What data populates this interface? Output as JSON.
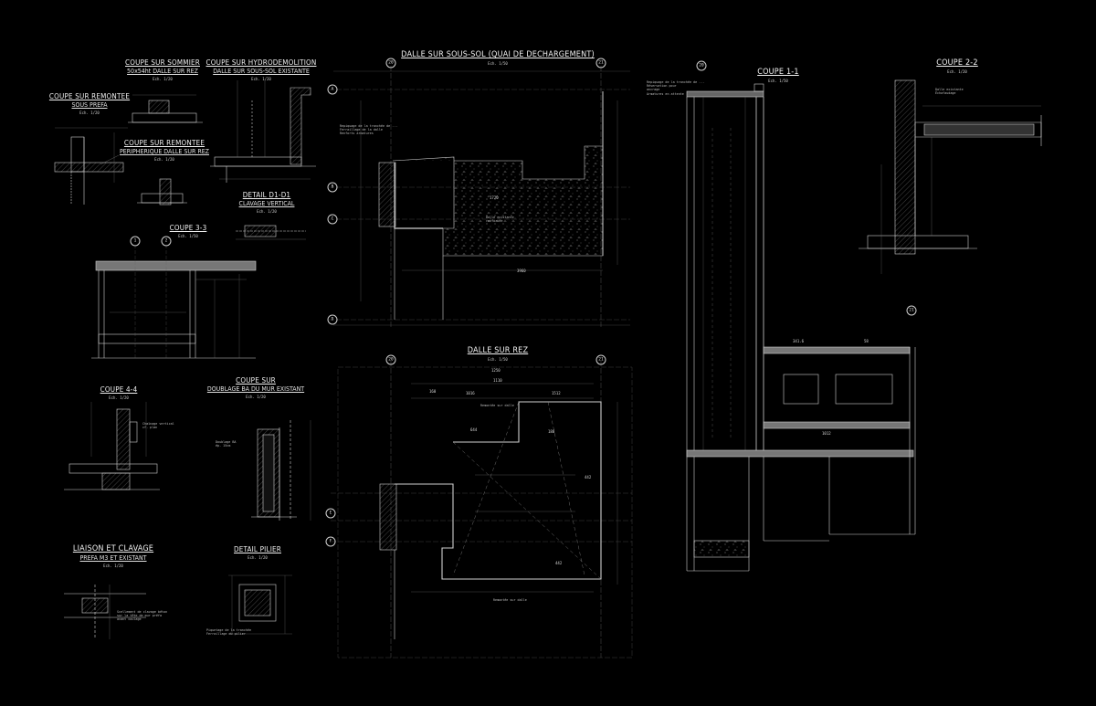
{
  "drawings": {
    "remontee": {
      "title": "COUPE SUR REMONTEE",
      "subtitle": "SOUS PREFA",
      "scale": "Ech. 1/20"
    },
    "sommier": {
      "title": "COUPE SUR SOMMIER",
      "subtitle": "50x54ht DALLE SUR REZ",
      "scale": "Ech. 1/20"
    },
    "hydro": {
      "title": "COUPE SUR HYDRODEMOLITION",
      "subtitle": "DALLE SUR SOUS-SOL EXISTANTE",
      "scale": "Ech. 1/20"
    },
    "remontee_periph": {
      "title": "COUPE SUR REMONTEE",
      "subtitle": "PERIPHERIQUE DALLE SUR REZ",
      "scale": "Ech. 1/20"
    },
    "detail_d1": {
      "title": "DETAIL D1-D1",
      "subtitle": "CLAVAGE VERTICAL",
      "scale": "Ech. 1/20"
    },
    "coupe33": {
      "title": "COUPE 3-3",
      "scale": "Ech. 1/50"
    },
    "coupe44": {
      "title": "COUPE 4-4",
      "scale": "Ech. 1/20"
    },
    "doublage": {
      "title": "COUPE SUR",
      "subtitle": "DOUBLAGE BA DU MUR EXISTANT",
      "scale": "Ech. 1/20"
    },
    "liaison": {
      "title": "LIAISON ET CLAVAGE",
      "subtitle": "PREFA M3 ET EXISTANT",
      "scale": "Ech. 1/20"
    },
    "pilier": {
      "title": "DETAIL PILIER",
      "scale": "Ech. 1/20"
    },
    "sous_sol": {
      "title": "DALLE SUR SOUS-SOL (QUAI DE DECHARGEMENT)",
      "scale": "Ech. 1/50"
    },
    "rez": {
      "title": "DALLE SUR REZ",
      "scale": "Ech. 1/50"
    },
    "coupe11": {
      "title": "COUPE 1-1",
      "scale": "Ech. 1/50"
    },
    "coupe22": {
      "title": "COUPE 2-2",
      "scale": "Ech. 1/20"
    }
  },
  "grid_labels": {
    "c1": "1",
    "c2": "2",
    "c20a": "20",
    "c21a": "21",
    "c20b": "20",
    "c21b": "21",
    "c20c": "20",
    "c21c": "21",
    "rA": "A",
    "rB": "B",
    "rC": "C",
    "rD": "D",
    "rE": "E",
    "rF": "F"
  },
  "dimensions": {
    "d1": "1250",
    "d2": "1110",
    "d3": "160",
    "d4": "1016",
    "d5": "1512",
    "d6": "644",
    "d7": "180",
    "d8": "442",
    "d9": "442",
    "d10": "341.6",
    "d11": "58",
    "d12": "1012",
    "d13": "3960",
    "d14": "1720"
  },
  "annotations": {
    "remontee_sol": "Remontée sur dalle",
    "remontee_sol2": "Remontée sur dalle",
    "existant": "Dalle existante\nrenforcée",
    "note_ferr": "Repiquage de la tranchée de ...\nFerraillage de la dalle\nRenforts armatures",
    "chainage": "Chaînage vertical\ncf. plan",
    "doublage_note": "Doublage BA\nép. 15cm",
    "liaison_note": "Scellement de clavage béton\nsur la tête de mur préfa\navant coulage",
    "pilier_note": "Piquetage de la tranchée\nFerraillage du pilier",
    "coupe11_note": "Repiquage de la tranchée de ...\nRéservation pour\nancrage\nArmatures en attente",
    "coupe22_note": "Dalle existante\nÉchafaudage"
  }
}
